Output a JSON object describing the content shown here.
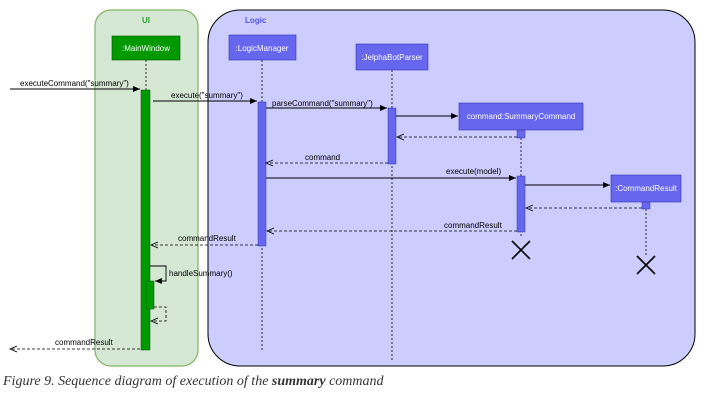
{
  "frames": {
    "ui_label": "UI",
    "logic_label": "Logic"
  },
  "participants": {
    "main_window": ":MainWindow",
    "logic_manager": ":LogicManager",
    "parser": ":JelphaBotParser",
    "summary_command": "command:SummaryCommand",
    "command_result": ":CommandResult"
  },
  "messages": {
    "execute_command": "executeCommand(\"summary\")",
    "execute": "execute(\"summary\")",
    "parse_command": "parseCommand(\"summary\")",
    "command_return": "command",
    "execute_model": "execute(model)",
    "command_result_return_1": "commandResult",
    "command_result_return_2": "commandResult",
    "handle_summary": "handleSummary()",
    "command_result_return_3": "commandResult"
  },
  "caption": {
    "prefix": "Figure 9. Sequence diagram of execution of the ",
    "bold": "summary",
    "suffix": " command"
  },
  "colors": {
    "ui_frame_fill": "#d5e8d4",
    "ui_frame_stroke": "#82b366",
    "ui_title": "#2e9e2e",
    "ui_box": "#009900",
    "logic_frame_fill": "#ccccff",
    "logic_frame_stroke": "#000000",
    "logic_title": "#5555ee",
    "logic_box": "#6666ee"
  }
}
